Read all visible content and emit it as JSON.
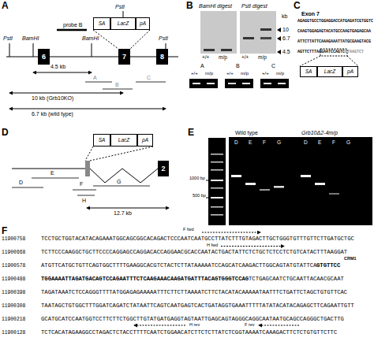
{
  "diagram": {
    "nodes": [
      {
        "text": [
          "6"
        ]
      },
      {
        "text": [
          "7"
        ]
      },
      {
        "text": [
          "8"
        ]
      },
      {
        "text": [
          "SA"
        ]
      },
      {
        "text": [
          "LacZ"
        ]
      },
      {
        "text": [
          "pA"
        ]
      },
      {
        "text": [
          "SA"
        ]
      },
      {
        "text": [
          "LacZ"
        ]
      },
      {
        "text": [
          "pA"
        ]
      },
      {
        "text": [
          "2"
        ]
      },
      {
        "text": [
          "SA"
        ]
      },
      {
        "text": [
          "LacZ"
        ]
      },
      {
        "text": [
          "pA"
        ]
      }
    ],
    "edges": [
      {
        "from": 0,
        "to": 1,
        "arrow": "none"
      },
      {
        "from": 1,
        "to": 2,
        "arrow": "none"
      }
    ],
    "labels": [
      "A",
      "B",
      "C",
      "D",
      "E",
      "F",
      "probe B",
      "PstI",
      "BamHI",
      "BamHI",
      "PstI",
      "PstI",
      "4.5 kb",
      "A",
      "B",
      "C",
      "10 kb (Grb10KO)",
      "6.7 kb (wild type)",
      "BamHI digest",
      "PstI digest",
      "+/+",
      "m/p",
      "+/+",
      "m/p",
      "kb",
      "10",
      "6.7",
      "4.5",
      "A",
      "B",
      "C",
      "+/+",
      "m/p",
      "+/+",
      "m/p",
      "+/+",
      "m/p",
      "Exon 7",
      "AGAGGTGCCTGGAGGACCATGAGATCGTGGTC",
      "CAAGTGGAGAGTACATGCCAAGTGAGAGCAA",
      "ATTCTTATTCAAAGAAATTATGCGAAGTACG",
      "AGTTCTTTA",
      "AGAATCCAGTC",
      "GTAAGTCT",
      "E",
      "D",
      "F",
      "G",
      "H",
      "12.7 kb",
      "Wild type",
      "Grb10Δ2-4m/p",
      "1000 bp",
      "500 bp",
      "D",
      "E",
      "F",
      "G",
      "D",
      "E",
      "F",
      "G",
      "F fwd",
      "H fwd",
      "CRM1",
      "H rev",
      "F rev",
      "11900758",
      "11900668",
      "11900578",
      "11900488",
      "11900398",
      "11900308",
      "11900218",
      "11900128",
      "TCCTGCTGGTACATACAGAAATGGCAGCGGCACAGACTCCCAATCAATGCCTTATCTTTGTAGACTTGCTGGGTGTTTGTTCTTGATGCTGC",
      "TCTTCCCAAGGCTGCTTCCCCAGGAGCCAGGACACCAGGAACGCACCAATACTGACTATTCTCTGCTCTCCTCTGTCATACTTTAAGGAT",
      "ATGTTCATGCTGTTCAGTGGCTTTTGAAGGCACGTCTACTCTTATAAAAATCCAGCATCAAGACTTGGCAGTATGTATTCA",
      "GTGTTCC",
      "TGGAAAATTAGATGACAGTCCAGAATTTCTCAAGAAACAAGATGATTTACAGTGGGTCCAG",
      "TCTGAGCAATCTGCAATTACAACGCAAT",
      "TAGATAAATCTCCAGGGTTTTATGGAGAGAAAAATTTCTTCTTAAAATCTTCTACATACAAAAATAATTTCTGATTCTAGCTGTGTTCAC",
      "TAATAGCTGTGGCTTTGGATCAGATCTATAATTCAGTCAATGAGTCACTGATAGGTGAAATTTTTATATACATACAGAGCTTCAGAATTGTT",
      "GCATGCATCCAATGGTCCTTCTTCTGGCTTGTATGATGAGGTAGTAATTGAGCAGTAGGGCAGGCAATAATGCAGCCAGGGCTGACTTG",
      "TCTCACATAGAAGGCCTAGACTCTACCTTTTCAATCTGGAACATCTTCTCTTATCTCGGTAAAATCAAAGACTTCTCTGTGTTCTTC"
    ]
  }
}
